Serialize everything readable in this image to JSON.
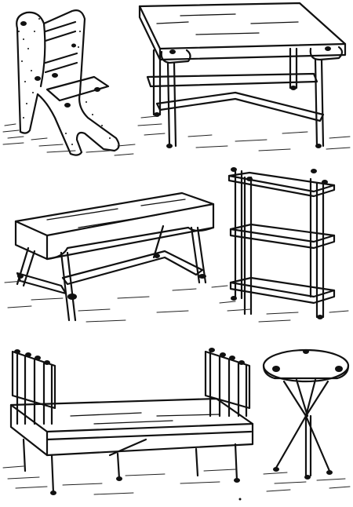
{
  "colors": {
    "ink": "#111111",
    "paper": "#ffffff"
  },
  "figure": {
    "style": "black-and-white line engraving",
    "items": [
      {
        "id": "chair",
        "icon": "chair-illustration"
      },
      {
        "id": "table",
        "icon": "table-illustration"
      },
      {
        "id": "bench",
        "icon": "bench-illustration"
      },
      {
        "id": "shelf",
        "icon": "shelf-illustration"
      },
      {
        "id": "bed",
        "icon": "bed-illustration"
      },
      {
        "id": "stool",
        "icon": "stool-illustration"
      }
    ]
  }
}
